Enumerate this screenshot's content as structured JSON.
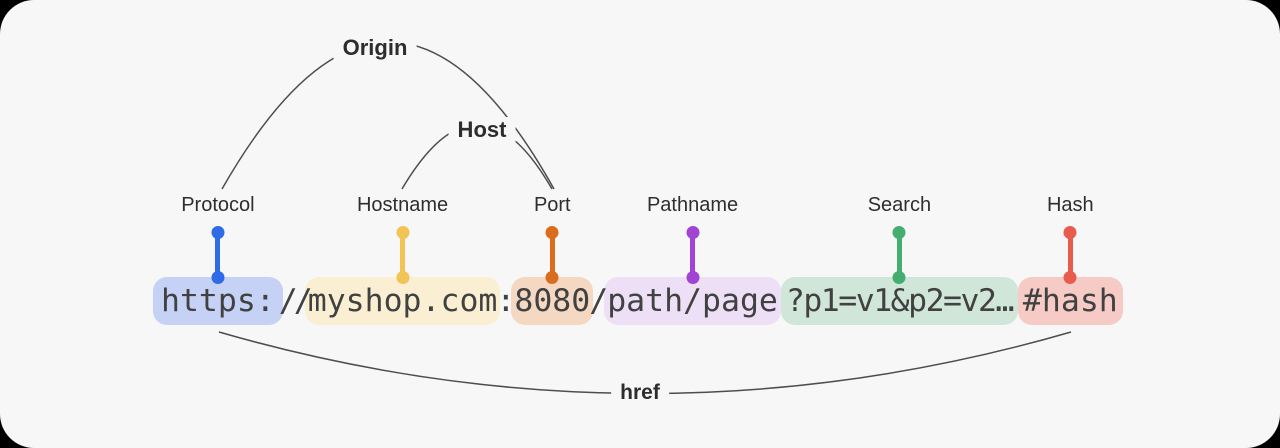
{
  "canvas": {
    "background": "#000000",
    "panel_background": "#f7f7f7",
    "line_color": "#4d4d4d"
  },
  "arcs": {
    "origin_label": "Origin",
    "host_label": "Host",
    "href_label": "href"
  },
  "url": {
    "full": "https://myshop.com:8080/path/page?p1=v1&p2=v2…#hash",
    "separators": [
      "//",
      ":",
      "/"
    ],
    "text_color": "#414141",
    "segments": [
      {
        "name": "protocol",
        "label": "Protocol",
        "text": "https:",
        "dot_color": "#2e6be6",
        "box_color": "#c5d2f5"
      },
      {
        "name": "hostname",
        "label": "Hostname",
        "text": "myshop.com",
        "dot_color": "#f2c455",
        "box_color": "#faefd2"
      },
      {
        "name": "port",
        "label": "Port",
        "text": "8080",
        "dot_color": "#da6c1e",
        "box_color": "#f4d8c2"
      },
      {
        "name": "pathname",
        "label": "Pathname",
        "text": "path/page",
        "dot_color": "#a144d3",
        "box_color": "#ecdff6"
      },
      {
        "name": "search",
        "label": "Search",
        "text": "?p1=v1&p2=v2…",
        "dot_color": "#44ae71",
        "box_color": "#d0e6d9"
      },
      {
        "name": "hash",
        "label": "Hash",
        "text": "#hash",
        "dot_color": "#e85c4e",
        "box_color": "#f6cbc6"
      }
    ]
  }
}
